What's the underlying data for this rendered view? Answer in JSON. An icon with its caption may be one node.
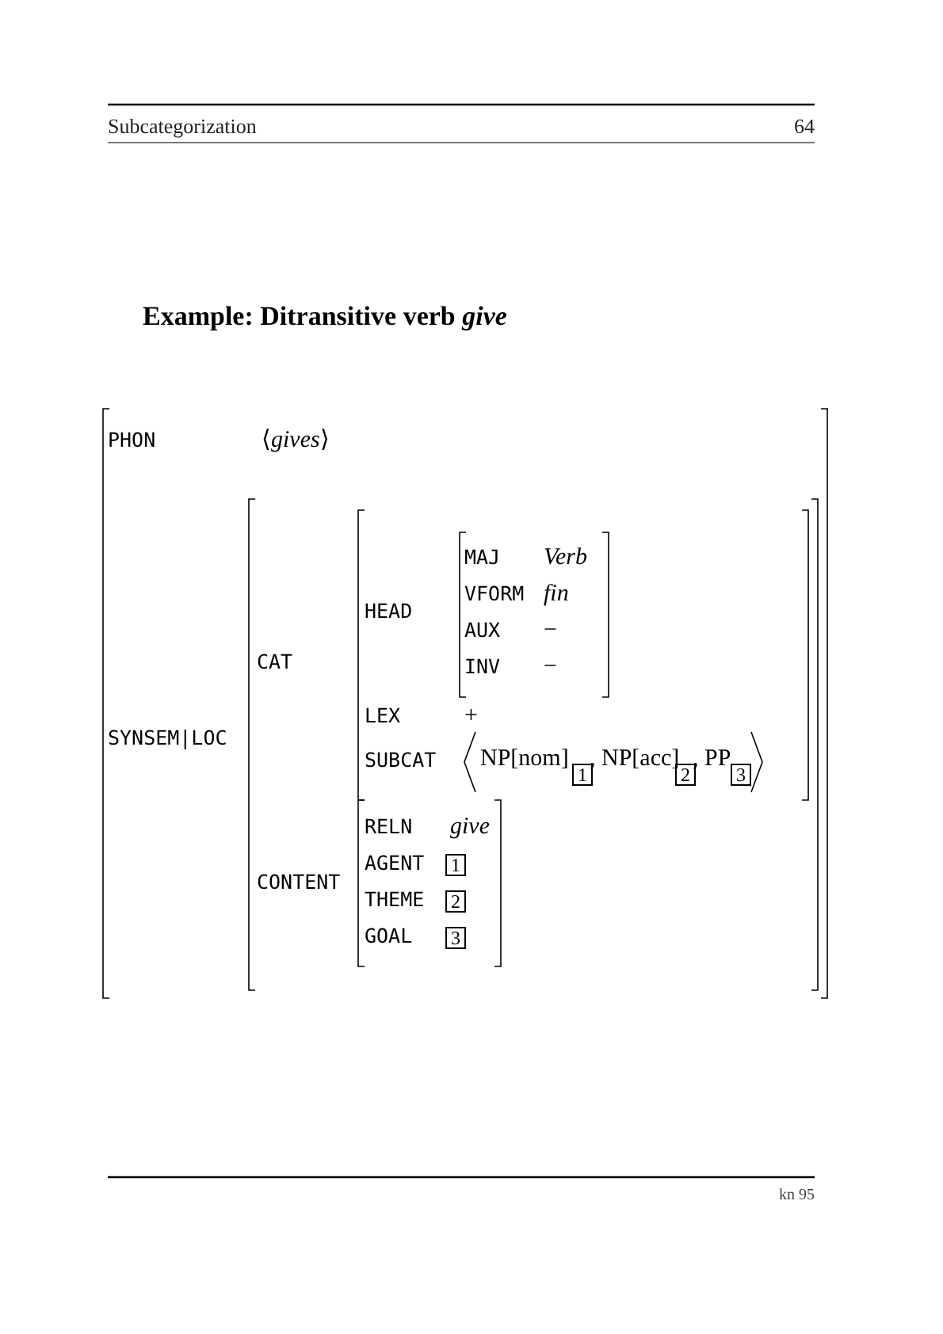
{
  "diagram": {
    "title": "Example: Ditransitive verb *give*",
    "nodes": [
      {
        "text": [
          "1"
        ]
      },
      {
        "text": [
          "2"
        ]
      },
      {
        "text": [
          "3"
        ]
      },
      {
        "text": [
          "1"
        ]
      },
      {
        "text": [
          "2"
        ]
      },
      {
        "text": [
          "3"
        ]
      }
    ],
    "labels": [
      "Subcategorization",
      "64",
      "PHON",
      "⟨*gives*⟩",
      "SYNSEM|LOC",
      "CAT",
      "HEAD",
      "MAJ",
      "Verb",
      "VFORM",
      "fin",
      "AUX",
      "−",
      "INV",
      "−",
      "LEX",
      "+",
      "SUBCAT",
      "NP[nom]",
      ", NP[acc]",
      ", PP",
      "CONTENT",
      "RELN",
      "give",
      "AGENT",
      "THEME",
      "GOAL",
      "kn 95"
    ]
  }
}
